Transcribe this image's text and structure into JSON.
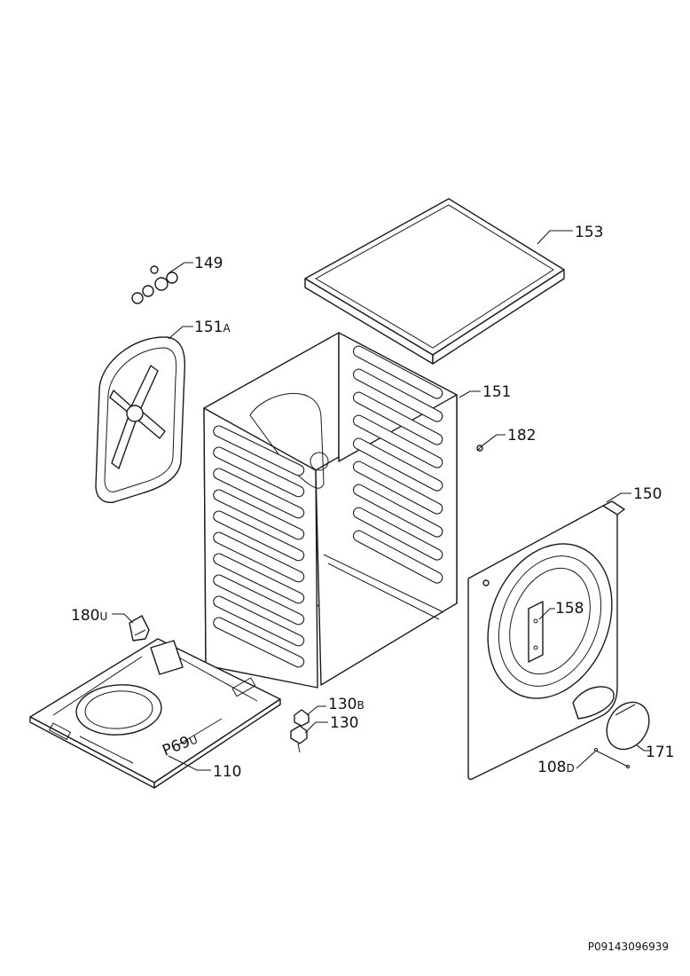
{
  "callouts": {
    "c153": "153",
    "c149": "149",
    "c151a_main": "151",
    "c151a_suffix": "A",
    "c151": "151",
    "c182": "182",
    "c150": "150",
    "c158": "158",
    "c180u_main": "180",
    "c180u_suffix": "U",
    "c130b_main": "130",
    "c130b_suffix": "B",
    "c130": "130",
    "c110": "110",
    "c171": "171",
    "c108d_main": "108",
    "c108d_suffix": "D",
    "p69u_main": "P69",
    "p69u_suffix": "U"
  },
  "document_number": "P09143096939"
}
